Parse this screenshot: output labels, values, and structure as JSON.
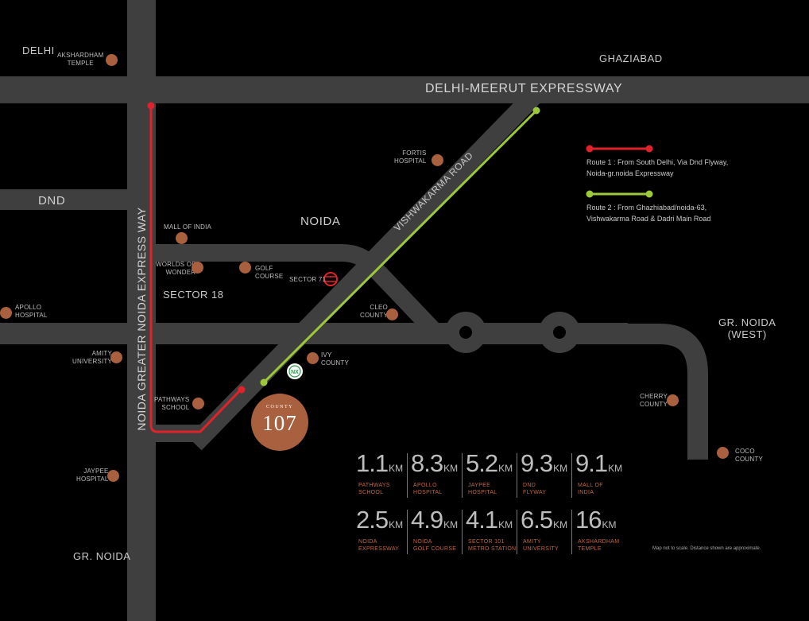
{
  "places": {
    "delhi": "DELHI",
    "ghaziabad": "GHAZIABAD",
    "dnd": "DND",
    "noida": "NOIDA",
    "sector18": "SECTOR 18",
    "gr_noida_west_1": "GR. NOIDA",
    "gr_noida_west_2": "(WEST)",
    "gr_noida": "GR. NOIDA"
  },
  "roads": {
    "expressway": "DELHI-MEERUT EXPRESSWAY",
    "vishwakarma": "VISHWAKARMA ROAD",
    "noida_greater": "NOIDA GREATER NOIDA EXPRESS WAY"
  },
  "landmarks": {
    "akshardham": [
      "AKSHARDHAM",
      "TEMPLE"
    ],
    "fortis": [
      "FORTIS",
      "HOSPITAL"
    ],
    "mall_of_india": [
      "MALL OF INDIA"
    ],
    "worlds_of_wonder": [
      "WORLDS OF",
      "WONDER"
    ],
    "golf_course": [
      "GOLF",
      "COURSE"
    ],
    "sector71": [
      "SECTOR 71"
    ],
    "apollo": [
      "APOLLO",
      "HOSPITAL"
    ],
    "cleo": [
      "CLEO",
      "COUNTY"
    ],
    "ivy": [
      "IVY",
      "COUNTY"
    ],
    "amity": [
      "AMITY",
      "UNIVERSITY"
    ],
    "pathways": [
      "PATHWAYS",
      "SCHOOL"
    ],
    "jaypee": [
      "JAYPEE",
      "HOSPITAL"
    ],
    "cherry": [
      "CHERRY",
      "COUNTY"
    ],
    "coco": [
      "COCO",
      "COUNTY"
    ]
  },
  "project": {
    "top": "COUNTY",
    "number": "107"
  },
  "legend": {
    "route1_text": "Route 1 : From South Delhi, Via Dnd Flyway, Noida-gr.noida Expressway",
    "route2_text": "Route 2 : From Ghazhiabad/noida-63, Vishwakarma Road & Dadri Main Road",
    "route1_color": "#e0222a",
    "route2_color": "#9cc93a"
  },
  "distances": [
    {
      "value": "1.1",
      "unit": "KM",
      "place": [
        "PATHWAYS",
        "SCHOOL"
      ]
    },
    {
      "value": "8.3",
      "unit": "KM",
      "place": [
        "APOLLO",
        "HOSPITAL"
      ]
    },
    {
      "value": "5.2",
      "unit": "KM",
      "place": [
        "JAYPEE",
        "HOSPITAL"
      ]
    },
    {
      "value": "9.3",
      "unit": "KM",
      "place": [
        "DND",
        "FLYWAY"
      ]
    },
    {
      "value": "9.1",
      "unit": "KM",
      "place": [
        "MALL OF",
        "INDIA"
      ]
    },
    {
      "value": "2.5",
      "unit": "KM",
      "place": [
        "NOIDA",
        "EXPRESSWAY"
      ]
    },
    {
      "value": "4.9",
      "unit": "KM",
      "place": [
        "NOIDA",
        "GOLF COURSE"
      ]
    },
    {
      "value": "4.1",
      "unit": "KM",
      "place": [
        "SECTOR 101",
        "METRO STATION"
      ]
    },
    {
      "value": "6.5",
      "unit": "KM",
      "place": [
        "AMITY",
        "UNIVERSITY"
      ]
    },
    {
      "value": "16",
      "unit": "KM",
      "place": [
        "AKSHARDHAM",
        "TEMPLE"
      ]
    }
  ],
  "note": "Map not to scale. Distance shown are approximate.",
  "colors": {
    "road": "#3f3f3f",
    "landmark": "#a9603f",
    "accent_text": "#c4663f"
  }
}
